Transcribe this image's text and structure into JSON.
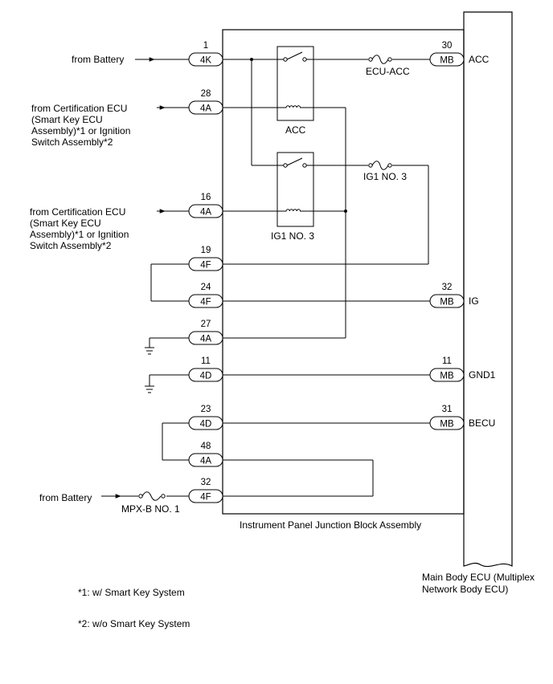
{
  "diagram": {
    "block_label": "Instrument Panel Junction Block Assembly",
    "ecu_label_line1": "Main Body ECU (Multiplex",
    "ecu_label_line2": "Network Body ECU)",
    "notes": [
      "*1: w/ Smart Key System",
      "*2: w/o Smart Key System"
    ],
    "relays": [
      {
        "id": "acc",
        "label": "ACC"
      },
      {
        "id": "ig1",
        "label": "IG1 NO. 3"
      }
    ],
    "fuses": [
      {
        "id": "ecu-acc",
        "label": "ECU-ACC"
      },
      {
        "id": "ig1-no3",
        "label": "IG1 NO. 3"
      },
      {
        "id": "mpx-b",
        "label": "MPX-B NO. 1"
      }
    ],
    "left_connectors": [
      {
        "id": "c4k-1",
        "pin": "1",
        "code": "4K"
      },
      {
        "id": "c4a-28",
        "pin": "28",
        "code": "4A"
      },
      {
        "id": "c4a-16",
        "pin": "16",
        "code": "4A"
      },
      {
        "id": "c4f-19",
        "pin": "19",
        "code": "4F"
      },
      {
        "id": "c4f-24",
        "pin": "24",
        "code": "4F"
      },
      {
        "id": "c4a-27",
        "pin": "27",
        "code": "4A"
      },
      {
        "id": "c4d-11",
        "pin": "11",
        "code": "4D"
      },
      {
        "id": "c4d-23",
        "pin": "23",
        "code": "4D"
      },
      {
        "id": "c4a-48",
        "pin": "48",
        "code": "4A"
      },
      {
        "id": "c4f-32",
        "pin": "32",
        "code": "4F"
      }
    ],
    "right_connectors": [
      {
        "id": "mb-30",
        "pin": "30",
        "code": "MB",
        "signal": "ACC"
      },
      {
        "id": "mb-32",
        "pin": "32",
        "code": "MB",
        "signal": "IG"
      },
      {
        "id": "mb-11",
        "pin": "11",
        "code": "MB",
        "signal": "GND1"
      },
      {
        "id": "mb-31",
        "pin": "31",
        "code": "MB",
        "signal": "BECU"
      }
    ],
    "inputs": [
      {
        "id": "battery-1",
        "lines": [
          "from Battery"
        ]
      },
      {
        "id": "cert-1",
        "lines": [
          "from Certification ECU",
          "(Smart Key ECU",
          "Assembly)*1 or Ignition",
          "Switch Assembly*2"
        ]
      },
      {
        "id": "cert-2",
        "lines": [
          "from Certification ECU",
          "(Smart Key ECU",
          "Assembly)*1 or Ignition",
          "Switch Assembly*2"
        ]
      },
      {
        "id": "battery-2",
        "lines": [
          "from Battery"
        ]
      }
    ]
  }
}
